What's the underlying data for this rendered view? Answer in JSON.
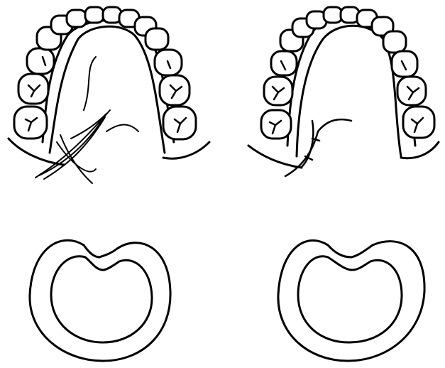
{
  "colors": {
    "ink": "#000000",
    "paper": "#ffffff"
  },
  "panels": [
    {
      "id": "arch-before",
      "icon": "dental-arch-incision-icon"
    },
    {
      "id": "arch-after",
      "icon": "dental-arch-sutured-icon"
    },
    {
      "id": "cross-section-left",
      "icon": "palate-cross-section-icon"
    },
    {
      "id": "cross-section-right",
      "icon": "palate-cross-section-icon"
    }
  ]
}
